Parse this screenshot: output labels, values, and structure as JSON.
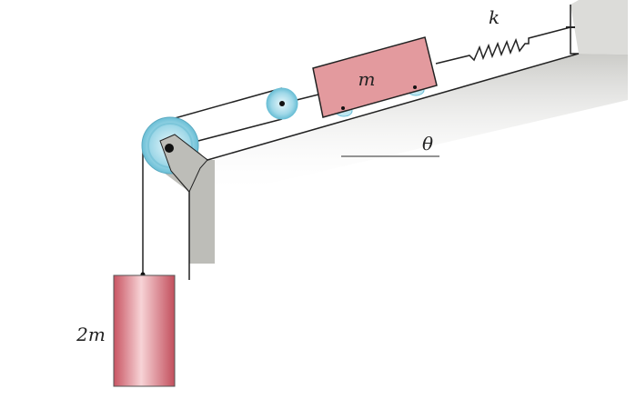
{
  "labels": {
    "block_mass": "m",
    "spring_constant": "k",
    "angle": "θ",
    "hanging_mass": "2m"
  },
  "colors": {
    "block": "#e39a9e",
    "cylinder": "#d9707a",
    "pulley": "#a8dcea",
    "support": "#bdbdb8"
  }
}
